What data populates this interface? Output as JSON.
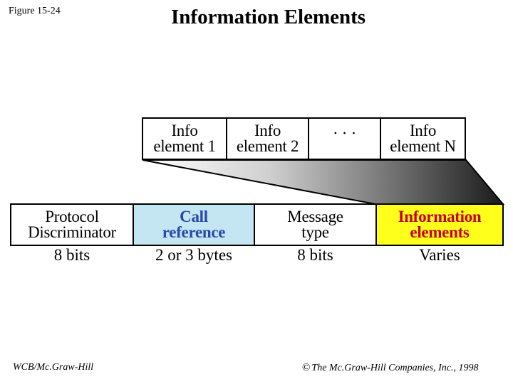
{
  "header": {
    "figure_label": "Figure 15-24",
    "title": "Information Elements"
  },
  "info_row": {
    "cells": [
      {
        "line1": "Info",
        "line2": "element 1"
      },
      {
        "line1": "Info",
        "line2": "element 2"
      },
      {
        "line1": "· · ·",
        "line2": ""
      },
      {
        "line1": "Info",
        "line2": "element N"
      }
    ]
  },
  "message_row": {
    "fields": [
      {
        "line1": "Protocol",
        "line2": "Discriminator",
        "size": "8 bits",
        "fill": "#ffffff"
      },
      {
        "line1": "Call",
        "line2": "reference",
        "size": "2 or 3 bytes",
        "fill": "#c4e6f2"
      },
      {
        "line1": "Message",
        "line2": "type",
        "size": "8 bits",
        "fill": "#ffffff"
      },
      {
        "line1": "Information",
        "line2": "elements",
        "size": "Varies",
        "fill": "#ffff1c"
      }
    ]
  },
  "footer": {
    "left": "WCB/Mc.Graw-Hill",
    "copyright_symbol": "©",
    "right": "The Mc.Graw-Hill Companies, Inc., 1998"
  }
}
